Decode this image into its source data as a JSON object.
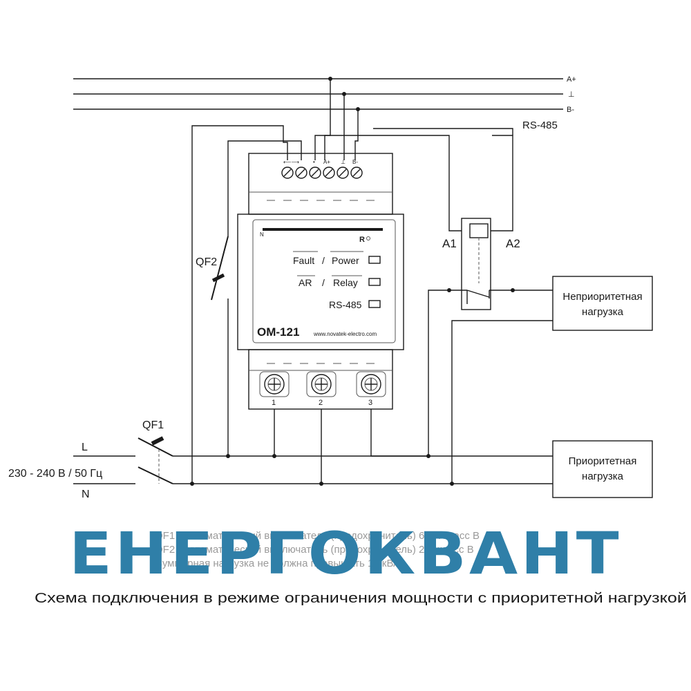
{
  "bus": {
    "a_plus": "A+",
    "ground": "⊥",
    "b_minus": "B-",
    "rs485": "RS-485"
  },
  "device": {
    "model": "OM-121",
    "website": "www.novatek-electro.com",
    "top_terminals": [
      "•",
      "A+",
      "⊥",
      "B-"
    ],
    "top_relay_symbol": "⟵⟶",
    "indicator_r": "R",
    "indicators": [
      {
        "left": "Fault",
        "right": "Power"
      },
      {
        "left": "AR",
        "right": "Relay"
      },
      {
        "left": "",
        "right": "RS-485"
      }
    ],
    "bottom_terminals": [
      "1",
      "2",
      "3"
    ]
  },
  "labels": {
    "qf1": "QF1",
    "qf2": "QF2",
    "a1": "A1",
    "a2": "A2",
    "phase": "L",
    "neutral": "N",
    "supply": "230 - 240 В / 50 Гц"
  },
  "loads": {
    "non_priority": [
      "Неприоритетная",
      "нагрузка"
    ],
    "priority": [
      "Приоритетная",
      "нагрузка"
    ]
  },
  "notes": [
    "QF1 - автоматический выключатель (предохранитель) 63 А класс В",
    "QF2 - автоматический выключатель (предохранитель) 2 А класс В",
    "Суммарная нагрузка не должна превышать 14 кВА"
  ],
  "logo": "ЕНЕРГОКВАНТ",
  "caption": "Схема подключения в режиме ограничения мощности с приоритетной нагрузкой",
  "colors": {
    "logo": "#2f7fa8",
    "line": "#1a1a1a"
  }
}
